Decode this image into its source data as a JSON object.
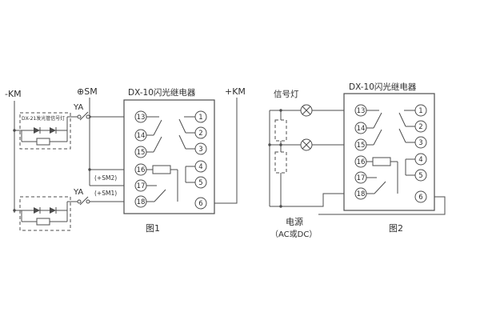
{
  "figure1": {
    "km_minus": "-KM",
    "sm": "⊕SM",
    "relay_title": "DX-10闪光继电器",
    "km_plus": "+KM",
    "led_box_label": "DX-21发光管信号灯",
    "ya_top": "YA",
    "ya_bottom": "YA",
    "sm2": "(+SM2)",
    "sm1": "(+SM1)",
    "caption": "图1",
    "terminals_left": [
      "13",
      "14",
      "15",
      "16",
      "17",
      "18"
    ],
    "terminals_right": [
      "1",
      "2",
      "3",
      "4",
      "5",
      "6"
    ]
  },
  "figure2": {
    "signal_lamp": "信号灯",
    "relay_title": "DX-10闪光继电器",
    "power_line1": "电源",
    "power_line2": "（AC或DC）",
    "caption": "图2",
    "terminals_left": [
      "13",
      "14",
      "15",
      "16",
      "17",
      "18"
    ],
    "terminals_right": [
      "1",
      "2",
      "3",
      "4",
      "5",
      "6"
    ]
  },
  "colors": {
    "wire": "#4d4d4d",
    "text": "#2e2e2e",
    "background": "#ffffff"
  }
}
